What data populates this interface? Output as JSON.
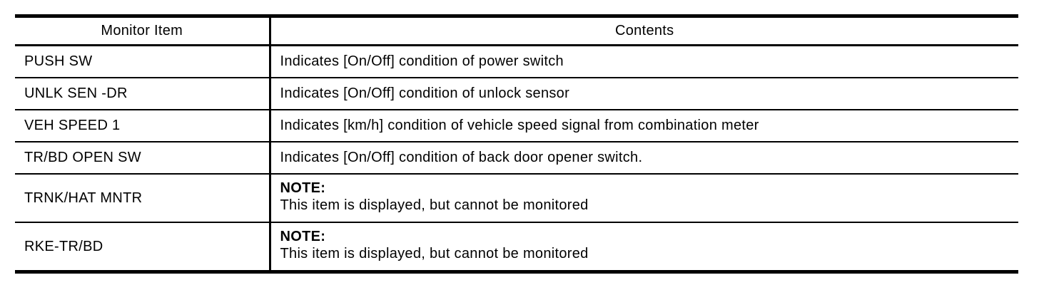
{
  "table": {
    "headers": [
      "Monitor Item",
      "Contents"
    ],
    "rows": [
      {
        "item": "PUSH SW",
        "text": "Indicates [On/Off] condition of power switch"
      },
      {
        "item": "UNLK SEN -DR",
        "text": "Indicates [On/Off] condition of unlock sensor"
      },
      {
        "item": "VEH SPEED 1",
        "text": "Indicates [km/h] condition of vehicle speed signal from combination meter"
      },
      {
        "item": "TR/BD OPEN SW",
        "text": "Indicates [On/Off] condition of back door opener switch."
      },
      {
        "item": "TRNK/HAT MNTR",
        "note_label": "NOTE:",
        "note_text": "This item is displayed, but cannot be monitored"
      },
      {
        "item": "RKE-TR/BD",
        "note_label": "NOTE:",
        "note_text": "This item is displayed, but cannot be monitored"
      }
    ],
    "colors": {
      "border": "#000000",
      "background": "#ffffff",
      "text": "#000000"
    }
  }
}
